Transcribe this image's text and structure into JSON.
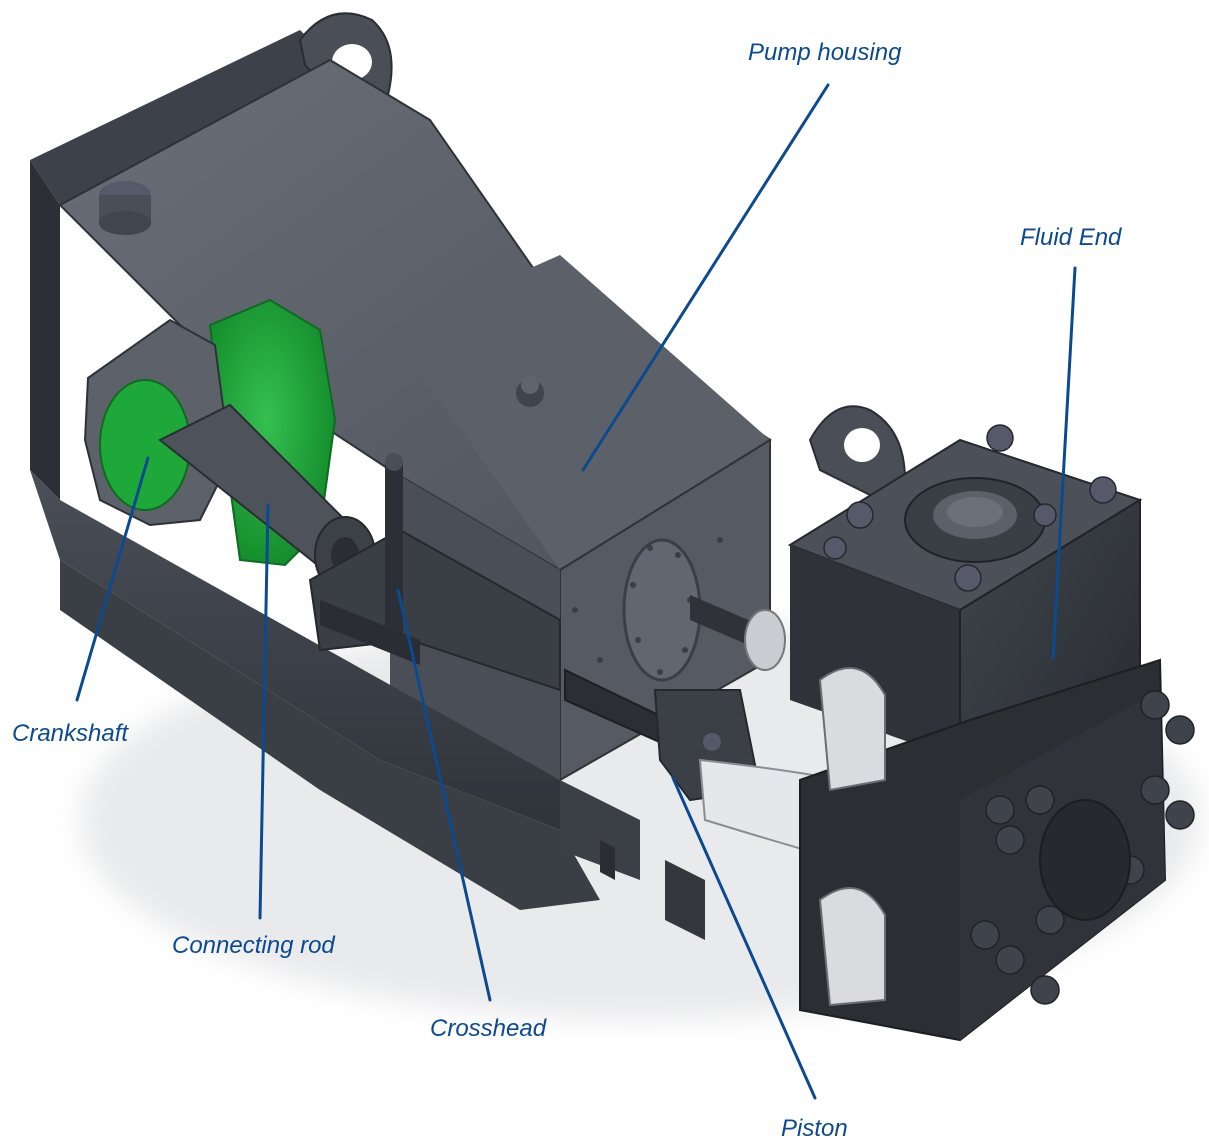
{
  "labels": {
    "pump_housing": "Pump housing",
    "fluid_end": "Fluid End",
    "crankshaft": "Crankshaft",
    "connecting_rod": "Connecting rod",
    "crosshead": "Crosshead",
    "piston": "Piston"
  },
  "colors": {
    "label_text": "#0b4a8f",
    "leader_line": "#0b4a8f",
    "housing_body": "#4f545e",
    "housing_dark": "#33373f",
    "crank_green": "#1fa83a"
  }
}
